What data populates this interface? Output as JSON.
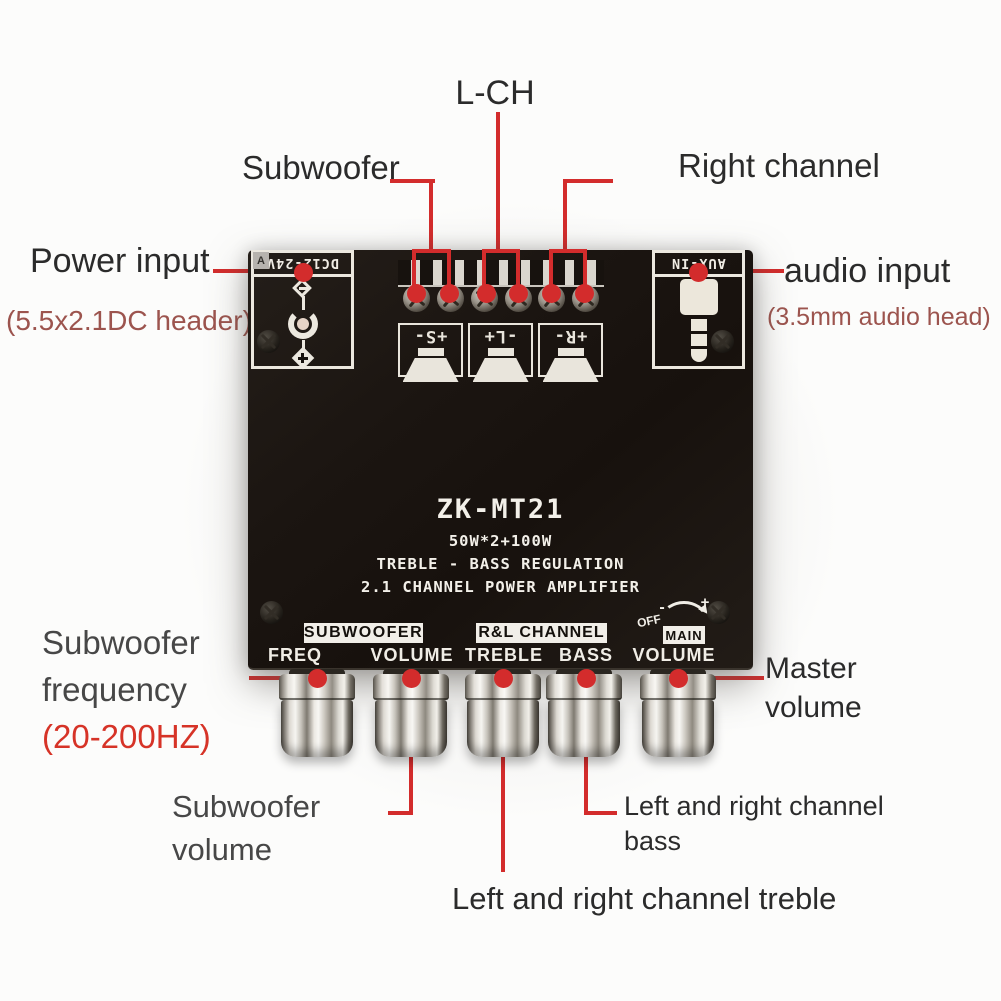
{
  "annotations": {
    "l_ch": "L-CH",
    "subwoofer_out": "Subwoofer",
    "right_channel": "Right channel",
    "power_input": "Power input",
    "power_input_detail": "(5.5x2.1DC header)",
    "audio_input": "audio input",
    "audio_input_detail": "(3.5mm audio head)",
    "sub_freq": [
      "Subwoofer",
      "frequency",
      "(20-200HZ)"
    ],
    "master_volume": [
      "Master",
      "volume"
    ],
    "sub_volume": [
      "Subwoofer",
      "volume"
    ],
    "lr_bass": [
      "Left and right channel",
      "bass"
    ],
    "lr_treble": "Left and right channel treble"
  },
  "board": {
    "model": "ZK-MT21",
    "spec_power": "50W*2+100W",
    "spec_regulation": "TREBLE - BASS REGULATION",
    "spec_type": "2.1 CHANNEL POWER AMPLIFIER",
    "power_port_label": "DC12-24V",
    "aux_port_label": "AUX-IN",
    "corner_tag": "A",
    "terminal_labels": [
      "+S-",
      "-L+",
      "+R-"
    ],
    "section_subwoofer": "SUBWOOFER",
    "section_rl": "R&L CHANNEL",
    "section_main": "MAIN",
    "knob_labels": [
      "FREQ",
      "VOLUME",
      "TREBLE",
      "BASS",
      "VOLUME"
    ],
    "off_label": "OFF",
    "dial_minus": "-",
    "dial_plus": "+"
  },
  "colors": {
    "annotation_red": "#d32c2c",
    "detail_maroon": "#9c544e",
    "freq_range_red": "#d63327",
    "board_black": "#1b1511",
    "silk_white": "#ece8df"
  }
}
